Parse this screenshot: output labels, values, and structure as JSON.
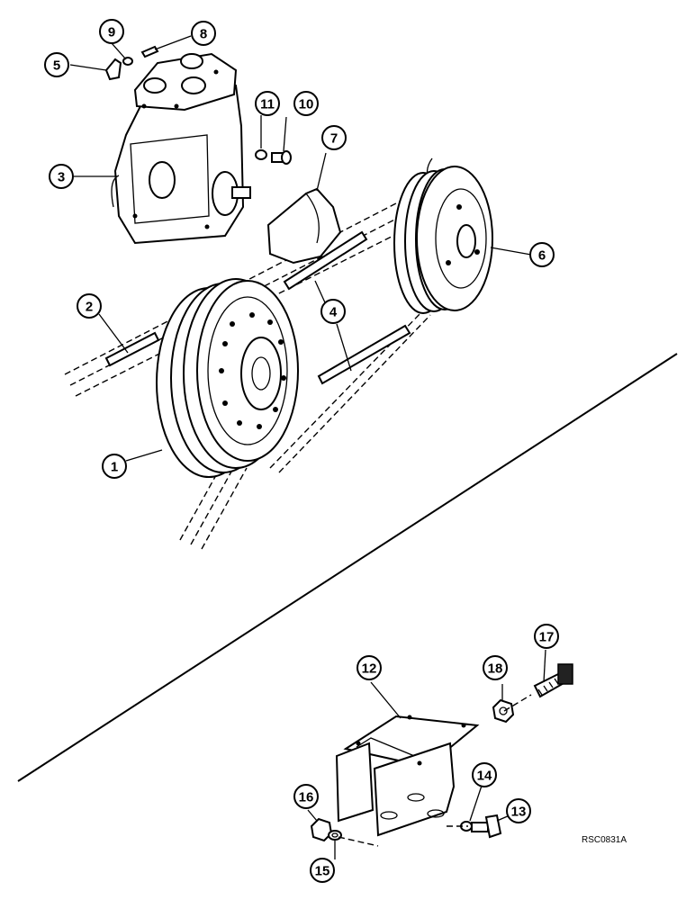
{
  "diagram": {
    "reference_code": "RSC0831A",
    "callouts": [
      "1",
      "2",
      "3",
      "4",
      "5",
      "6",
      "7",
      "8",
      "9",
      "10",
      "11",
      "12",
      "13",
      "14",
      "15",
      "16",
      "17",
      "18"
    ]
  }
}
